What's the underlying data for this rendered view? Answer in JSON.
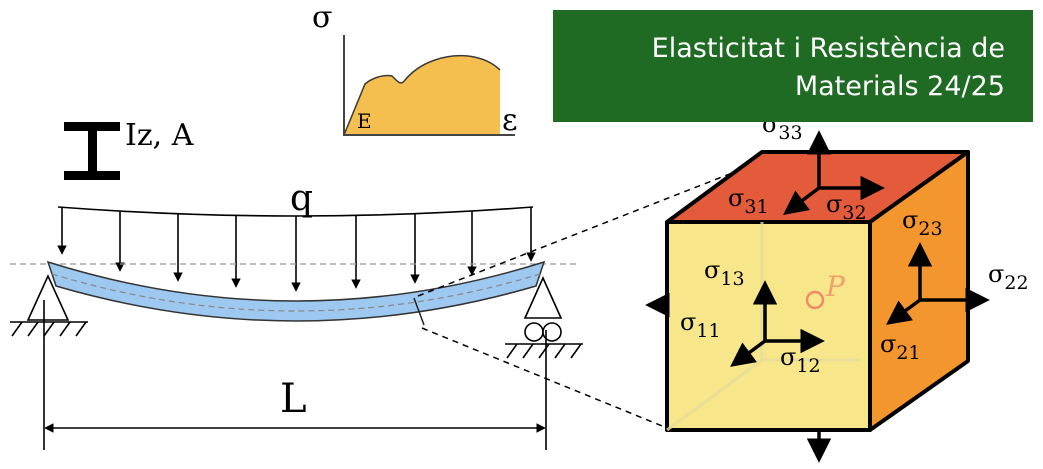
{
  "banner": {
    "line1": "Elasticitat i Resistència de",
    "line2": "Materials 24/25",
    "color": "#1f6b24"
  },
  "stress_strain": {
    "sigma": "σ",
    "epsilon": "ε",
    "E": "E",
    "fill_color": "#f5bf4f"
  },
  "section": {
    "label": "Iz, A"
  },
  "beam": {
    "load": "q",
    "length": "L",
    "color": "#9dc8f0"
  },
  "cube": {
    "point": "P",
    "top_color": "#e35b3b",
    "front_color": "#f7e78a",
    "side_color": "#f3962e",
    "labels": {
      "s33": {
        "base": "σ",
        "sub": "33"
      },
      "s31": {
        "base": "σ",
        "sub": "31"
      },
      "s32": {
        "base": "σ",
        "sub": "32"
      },
      "s23": {
        "base": "σ",
        "sub": "23"
      },
      "s22": {
        "base": "σ",
        "sub": "22"
      },
      "s13": {
        "base": "σ",
        "sub": "13"
      },
      "s11": {
        "base": "σ",
        "sub": "11"
      },
      "s12": {
        "base": "σ",
        "sub": "12"
      },
      "s21": {
        "base": "σ",
        "sub": "21"
      }
    }
  }
}
